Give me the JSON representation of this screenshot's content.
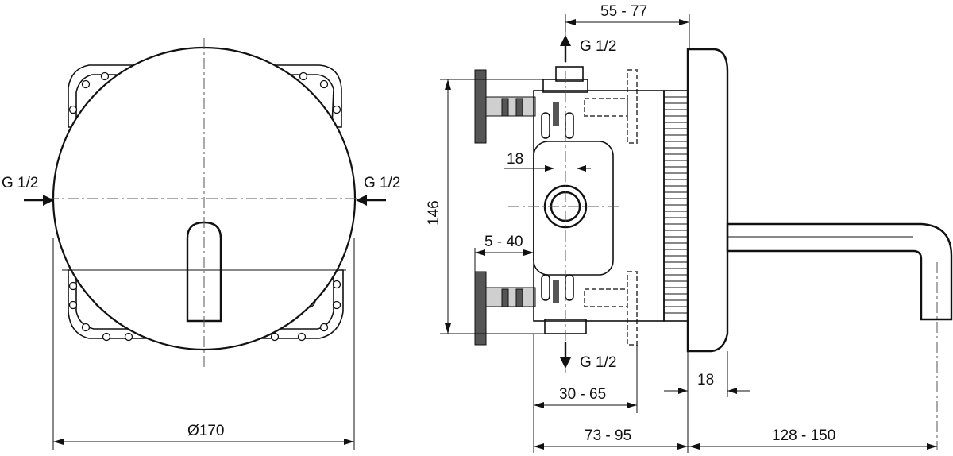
{
  "labels": {
    "left_inlet": "G 1/2",
    "right_inlet": "G 1/2",
    "diameter": "Ø170",
    "top_outlet": "G 1/2",
    "bottom_outlet": "G 1/2",
    "depth_top": "55 - 77",
    "height": "146",
    "offset_18_upper": "18",
    "adjust_range": "5 - 40",
    "spacing": "30 - 65",
    "depth_total": "73 - 95",
    "spout_length": "128 - 150",
    "plate_thickness": "18"
  }
}
